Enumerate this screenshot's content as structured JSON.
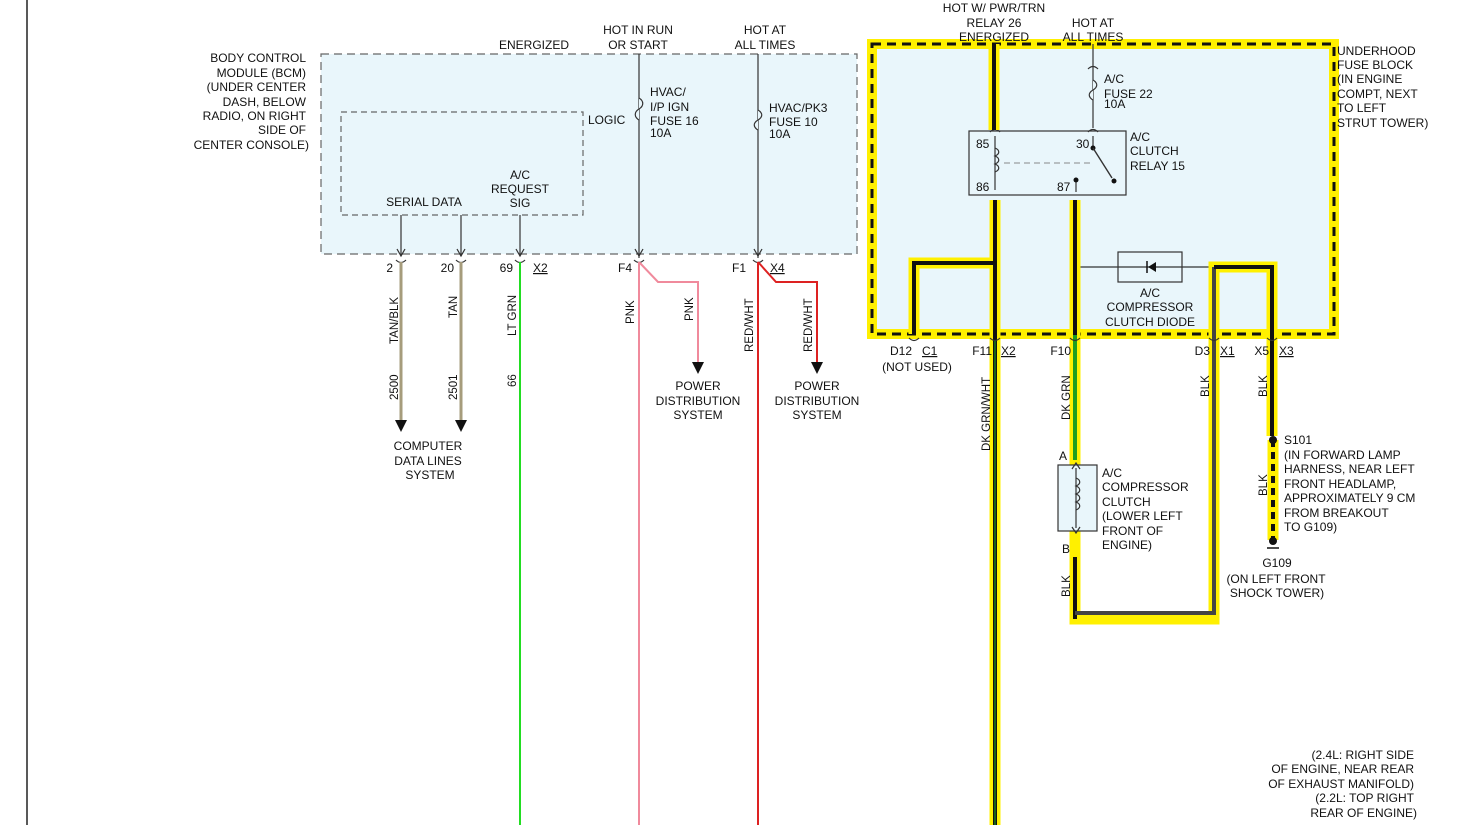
{
  "bcm": {
    "label": [
      "BODY CONTROL",
      "MODULE (BCM)",
      "(UNDER CENTER",
      "DASH, BELOW",
      "RADIO, ON RIGHT",
      "SIDE OF",
      "CENTER CONSOLE)"
    ],
    "energized": "ENERGIZED",
    "logic": "LOGIC",
    "serial_data": "SERIAL DATA",
    "ac_request": [
      "A/C",
      "REQUEST",
      "SIG"
    ],
    "hot_run_start": [
      "HOT IN RUN",
      "OR START"
    ],
    "hot_all_times": [
      "HOT AT",
      "ALL TIMES"
    ],
    "fuse16": [
      "HVAC/",
      "I/P IGN",
      "FUSE 16",
      "10A"
    ],
    "fuse10": [
      "HVAC/PK3",
      "FUSE 10",
      "10A"
    ],
    "pins": {
      "p2": "2",
      "p20": "20",
      "p69": "69",
      "x2": "X2",
      "f4": "F4",
      "f1": "F1",
      "x4": "X4"
    }
  },
  "wires": {
    "tan_blk": "TAN/BLK",
    "c2500": "2500",
    "tan": "TAN",
    "c2501": "2501",
    "lt_grn": "LT GRN",
    "c66": "66",
    "pnk": "PNK",
    "red_wht": "RED/WHT",
    "dk_grn_wht": "DK GRN/WHT",
    "dk_grn": "DK GRN",
    "blk": "BLK"
  },
  "destinations": {
    "computer_data": [
      "COMPUTER",
      "DATA LINES",
      "SYSTEM"
    ],
    "power_dist": [
      "POWER",
      "DISTRIBUTION",
      "SYSTEM"
    ]
  },
  "ufb": {
    "hot_pwr_relay": [
      "HOT W/ PWR/TRN",
      "RELAY 26",
      "ENERGIZED"
    ],
    "hot_all_times": [
      "HOT AT",
      "ALL TIMES"
    ],
    "label": [
      "UNDERHOOD",
      "FUSE BLOCK",
      "(IN ENGINE",
      "COMPT, NEXT",
      "TO LEFT",
      "STRUT TOWER)"
    ],
    "fuse22": [
      "A/C",
      "FUSE 22",
      "10A"
    ],
    "relay": [
      "A/C",
      "CLUTCH",
      "RELAY 15"
    ],
    "relay_pins": {
      "p85": "85",
      "p86": "86",
      "p30": "30",
      "p87": "87"
    },
    "diode": [
      "A/C",
      "COMPRESSOR",
      "CLUTCH DIODE"
    ],
    "pins": {
      "d12": "D12",
      "c1": "C1",
      "not_used": "(NOT USED)",
      "f11": "F11",
      "x2": "X2",
      "f10": "F10",
      "d3": "D3",
      "x1": "X1",
      "x5": "X5",
      "x3": "X3"
    }
  },
  "clutch": {
    "label": [
      "A/C",
      "COMPRESSOR",
      "CLUTCH",
      "(LOWER LEFT",
      "FRONT OF",
      "ENGINE)"
    ],
    "pin_a": "A",
    "pin_b": "B"
  },
  "splice": {
    "s101": [
      "S101",
      "(IN FORWARD LAMP",
      "HARNESS, NEAR LEFT",
      "FRONT HEADLAMP,",
      "APPROXIMATELY 9 CM",
      "FROM BREAKOUT",
      "TO G109)"
    ],
    "g109": [
      "G109",
      "(ON LEFT FRONT",
      "SHOCK TOWER)"
    ]
  },
  "ground_note": [
    "(2.4L: RIGHT SIDE",
    "OF ENGINE, NEAR REAR",
    "OF EXHAUST MANIFOLD)",
    "(2.2L: TOP RIGHT",
    "REAR OF ENGINE)"
  ],
  "colors": {
    "box_fill": "#e9f6fb",
    "highlight": "#fff000",
    "tan": "#a69c7c",
    "lt_grn": "#22dd22",
    "pnk": "#f08a9c",
    "red": "#dd2222",
    "dk_grn": "#1f9e1f",
    "blk": "#111111"
  }
}
